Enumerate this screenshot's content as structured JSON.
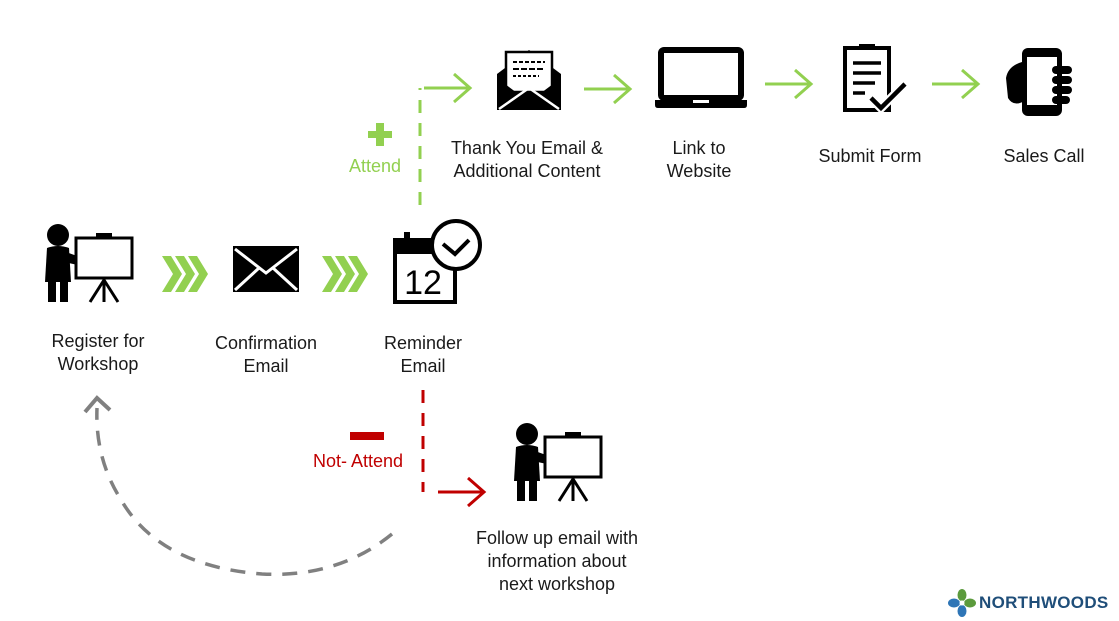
{
  "steps": {
    "register": "Register for\nWorkshop",
    "confirmation": "Confirmation\nEmail",
    "reminder": "Reminder\nEmail",
    "thank_you": "Thank You Email &\nAdditional Content",
    "link": "Link to\nWebsite",
    "submit": "Submit Form",
    "sales": "Sales Call",
    "follow_up": "Follow up email with\ninformation about\nnext workshop"
  },
  "branches": {
    "attend": "Attend",
    "not_attend": "Not- Attend"
  },
  "calendar_day": "12",
  "brand": {
    "name": "NORTHWOODS"
  },
  "colors": {
    "attend": "#92d050",
    "not_attend": "#c00000",
    "loop": "#808080",
    "icon": "#000000",
    "text": "#1a1a1a",
    "brand_text": "#1f4e79",
    "brand_green": "#5b9a3c",
    "brand_blue": "#2e75b6"
  },
  "icons": {
    "register": "presenter-icon",
    "confirmation": "envelope-icon",
    "reminder": "calendar-clock-icon",
    "thank_you": "open-envelope-icon",
    "link": "laptop-icon",
    "submit": "form-check-icon",
    "sales": "phone-in-hand-icon",
    "follow_up": "presenter-icon"
  }
}
